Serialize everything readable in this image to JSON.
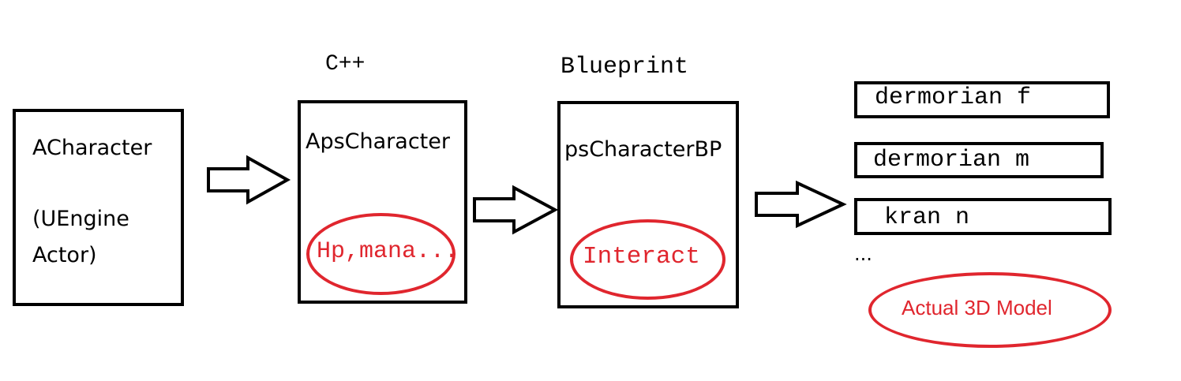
{
  "colors": {
    "stroke": "#000000",
    "accent": "#e0262e",
    "background": "#ffffff"
  },
  "headers": {
    "cpp": "C++",
    "blueprint": "Blueprint"
  },
  "boxes": {
    "acharacter": {
      "title": "ACharacter",
      "subtitle_line1": "(UEngine",
      "subtitle_line2": "Actor)"
    },
    "apscharacter": {
      "title": "ApsCharacter",
      "note": "Hp,mana...",
      "note_color": "#e0262e"
    },
    "pscharacterbp": {
      "title": "psCharacterBP",
      "note": "Interact"
    }
  },
  "models": {
    "items": [
      "dermorian f",
      "dermorian m",
      "kran n"
    ],
    "more": "...",
    "label": "Actual 3D Model"
  }
}
